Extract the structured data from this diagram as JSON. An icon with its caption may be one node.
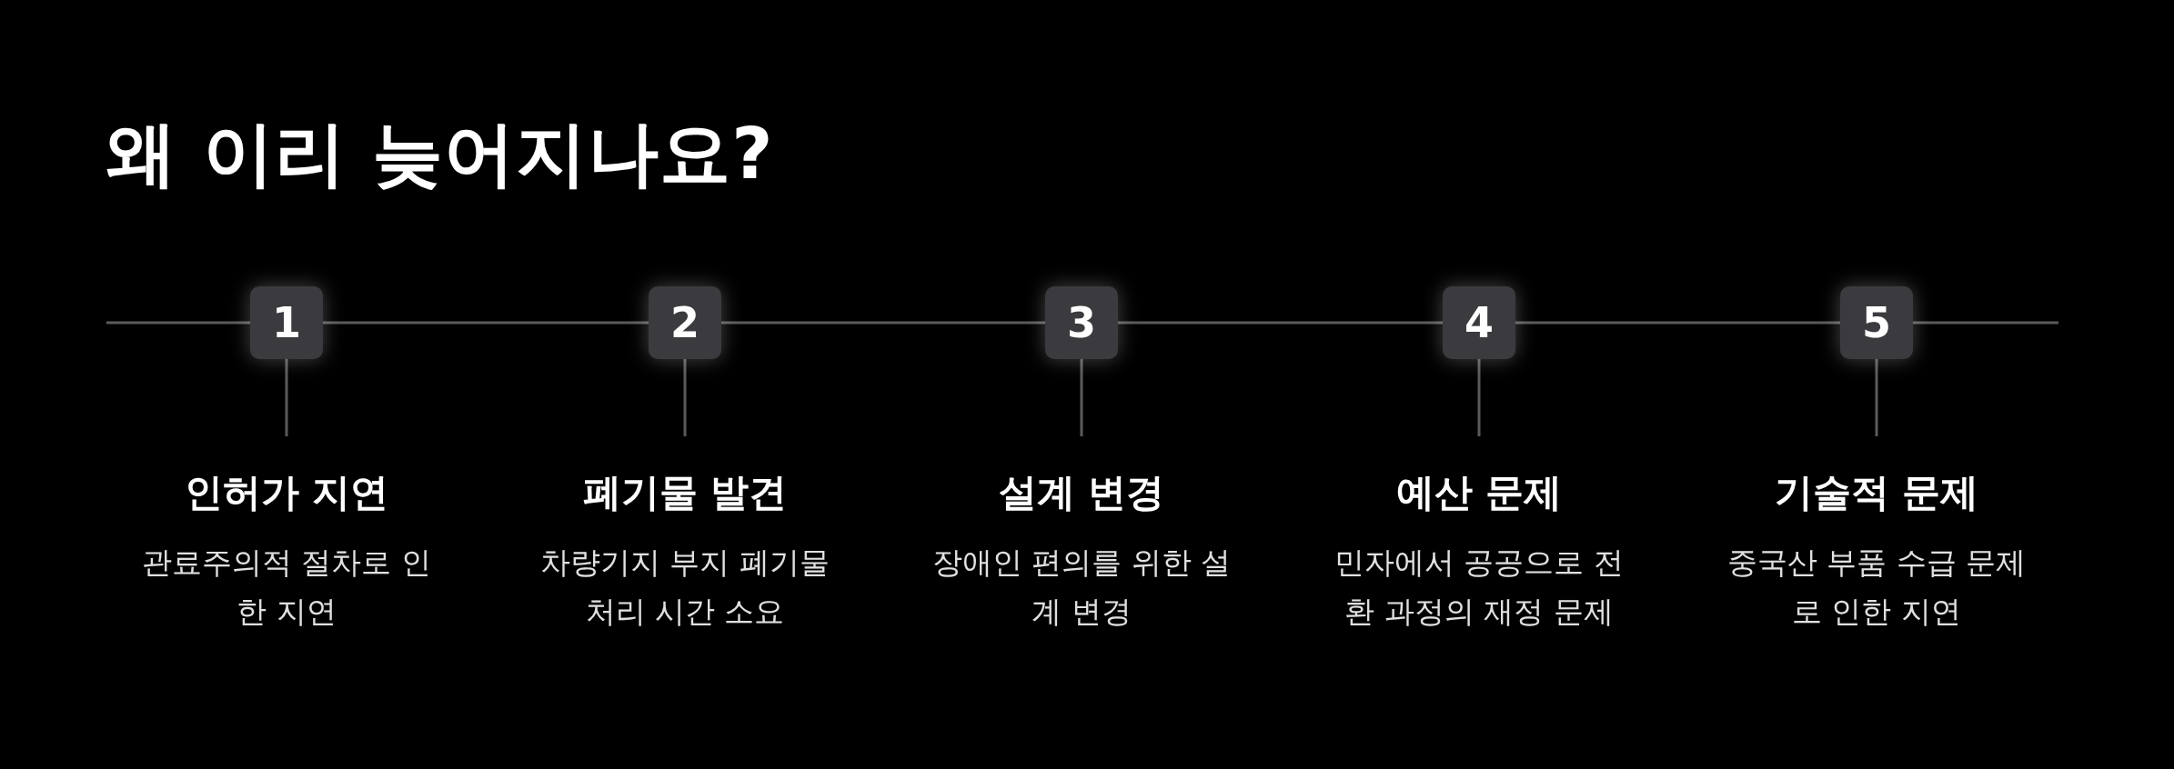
{
  "diagram": {
    "title": "왜 이리 늦어지나요?",
    "nodes": [
      {
        "text": [
          "1"
        ]
      },
      {
        "text": [
          "인허가 지연",
          "관료주의적 절차로 인한 지연"
        ]
      },
      {
        "text": [
          "2"
        ]
      },
      {
        "text": [
          "폐기물 발견",
          "차량기지 부지 폐기물 처리 시간 소요"
        ]
      },
      {
        "text": [
          "3"
        ]
      },
      {
        "text": [
          "설계 변경",
          "장애인 편의를 위한 설계 변경"
        ]
      },
      {
        "text": [
          "4"
        ]
      },
      {
        "text": [
          "예산 문제",
          "민자에서 공공으로 전환 과정의 재정 문제"
        ]
      },
      {
        "text": [
          "5"
        ]
      },
      {
        "text": [
          "기술적 문제",
          "중국산 부품 수급 문제로 인한 지연"
        ]
      }
    ],
    "edges": [
      {
        "from": 0,
        "to": 1,
        "arrow": "none"
      },
      {
        "from": 2,
        "to": 3,
        "arrow": "none"
      },
      {
        "from": 4,
        "to": 5,
        "arrow": "none"
      },
      {
        "from": 6,
        "to": 7,
        "arrow": "none"
      },
      {
        "from": 8,
        "to": 9,
        "arrow": "none"
      },
      {
        "from": 0,
        "to": 2,
        "arrow": "none"
      },
      {
        "from": 2,
        "to": 4,
        "arrow": "none"
      },
      {
        "from": 4,
        "to": 6,
        "arrow": "none"
      },
      {
        "from": 6,
        "to": 8,
        "arrow": "none"
      }
    ]
  }
}
